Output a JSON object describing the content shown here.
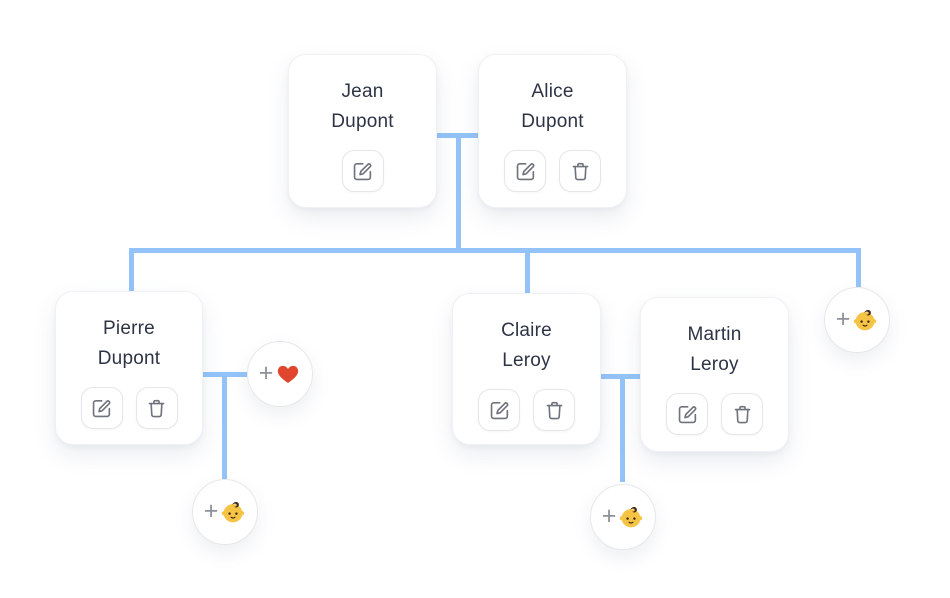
{
  "app": {
    "name": "family-tree-view",
    "colors": {
      "connector_blue": "#93c3f8",
      "card_background": "#ffffff",
      "name_text": "#2e3446",
      "action_icon_gray": "#6f737c",
      "heart_red": "#e0462e",
      "baby_yellow": "#f6c445"
    }
  },
  "tree": {
    "persons": [
      {
        "first_name": "Jean",
        "last_name": "Dupont",
        "actions": [
          "edit"
        ]
      },
      {
        "first_name": "Alice",
        "last_name": "Dupont",
        "actions": [
          "edit",
          "delete"
        ]
      },
      {
        "first_name": "Pierre",
        "last_name": "Dupont",
        "actions": [
          "edit",
          "delete"
        ]
      },
      {
        "first_name": "Claire",
        "last_name": "Leroy",
        "actions": [
          "edit",
          "delete"
        ]
      },
      {
        "first_name": "Martin",
        "last_name": "Leroy",
        "actions": [
          "edit",
          "delete"
        ]
      }
    ],
    "add_buttons": [
      {
        "plus": "+",
        "icon": "heart-icon"
      },
      {
        "plus": "+",
        "icon": "baby-icon"
      },
      {
        "plus": "+",
        "icon": "baby-icon"
      },
      {
        "plus": "+",
        "icon": "baby-icon"
      }
    ]
  }
}
